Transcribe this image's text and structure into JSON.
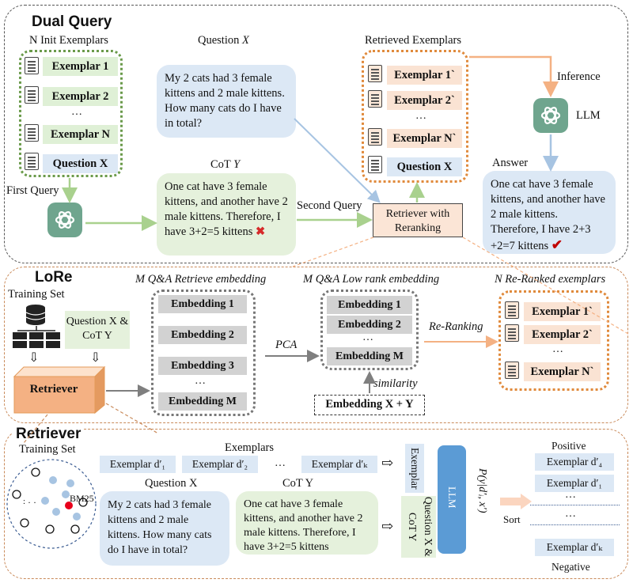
{
  "colors": {
    "green_arrow": "#a9d18e",
    "blue_arrow": "#a7c4e2",
    "orange_arrow": "#f4b183",
    "gray_arrow": "#7f7f7f",
    "llm_logo": "#6fa58e",
    "cross": "#d62a2a",
    "check": "#c00000",
    "bm25": "#e8001b"
  },
  "dual_query": {
    "title": "Dual Query",
    "init_label": "N Init Exemplars",
    "exemplars": [
      "Exemplar 1",
      "Exemplar 2",
      "Exemplar N"
    ],
    "dots": "…",
    "question_box": "Question X",
    "first_query": "First Query",
    "question_title_prefix": "Question ",
    "question_title_var": "X",
    "question_text": "My 2 cats had 3 female kittens and 2 male kittens. How many cats do I have in total?",
    "cot_title_prefix": "CoT ",
    "cot_title_var": "Y",
    "cot_text": "One cat have 3 female kittens, and another have 2 male kittens. Therefore, I have 3+2=5 kittens",
    "cross": "✖",
    "second_query": "Second Query",
    "retriever": "Retriever with Reranking",
    "retrieved_label": "Retrieved Exemplars",
    "retrieved": [
      "Exemplar 1`",
      "Exemplar 2`",
      "Exemplar N`"
    ],
    "retrieved_question": "Question X",
    "inference": "Inference",
    "llm": "LLM",
    "answer_label": "Answer",
    "answer_text": "One cat have 3 female kittens, and another have 2 male kittens. Therefore, I have 2+3 +2=7 kittens",
    "check": "✔"
  },
  "lore": {
    "title": "LoRe",
    "training_set": "Training Set",
    "question_cot": "Question X & CoT Y",
    "retriever": "Retriever",
    "retrieve_embedding_label": "M Q&A Retrieve embedding",
    "embeddings": [
      "Embedding 1",
      "Embedding 2",
      "Embedding 3",
      "Embedding M"
    ],
    "pca": "PCA",
    "low_rank_label": "M Q&A Low rank embedding",
    "low_rank": [
      "Embedding 1",
      "Embedding 2",
      "Embedding M"
    ],
    "similarity": "similarity",
    "embedding_xy": "Embedding X + Y",
    "reranking": "Re-Ranking",
    "reranked_label": "N Re-Ranked exemplars",
    "reranked": [
      "Exemplar 1`",
      "Exemplar 2`",
      "Exemplar N`"
    ]
  },
  "retriever": {
    "title": "Retriever",
    "training_set": "Training Set",
    "bm25": "BM25",
    "exemplars_label": "Exemplars",
    "exemplars": [
      "Exemplar d′₁",
      "Exemplar d′₂",
      "Exemplar d′ₖ"
    ],
    "question_label": "Question X",
    "question_text": "My 2 cats had 3 female kittens and 2 male kittens. How many cats do I have in total?",
    "cot_label": "CoT Y",
    "cot_text": "One cat have 3 female kittens, and another have 2 male kittens. Therefore, I have 3+2=5 kittens",
    "exemplar_vertical": "Exemplar",
    "question_vertical": "Question X & CoT Y",
    "llm": "LLM",
    "prob": "P(y|d′ᵢ, x′)",
    "sort": "Sort",
    "positive": "Positive",
    "negative": "Negative",
    "ranked": [
      "Exemplar d′₄",
      "Exemplar d′₁",
      "…",
      "…",
      "Exemplar d′ₖ"
    ]
  }
}
